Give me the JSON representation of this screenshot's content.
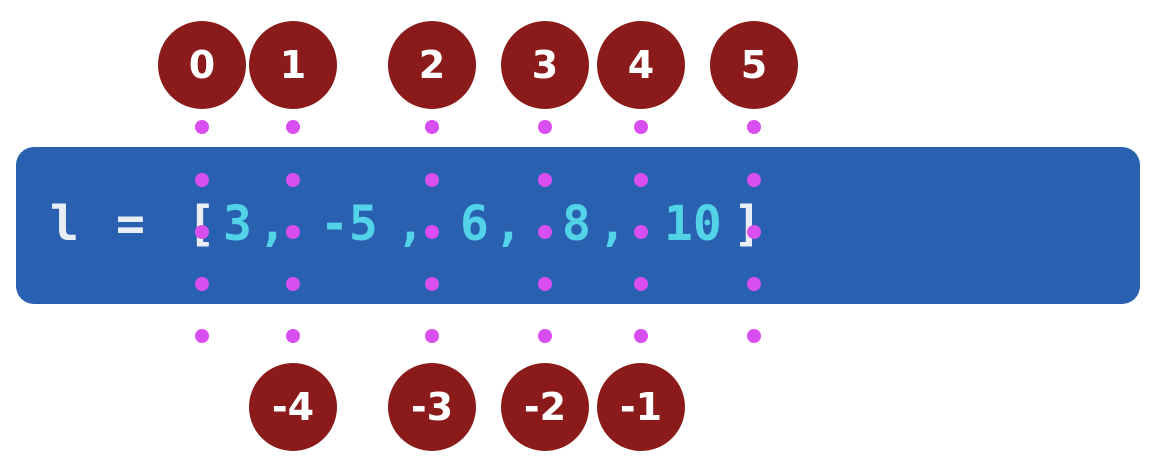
{
  "code_line": {
    "variable": "l",
    "assign": "=",
    "open_bracket": "[",
    "close_bracket": "]",
    "separator": ",",
    "items": [
      "3",
      "-5",
      "6",
      "8",
      "10"
    ]
  },
  "positive_indices": [
    "0",
    "1",
    "2",
    "3",
    "4",
    "5"
  ],
  "negative_indices": [
    "-4",
    "-3",
    "-2",
    "-1"
  ],
  "colors": {
    "code_background": "#2a60b0",
    "code_text": "#e8eef6",
    "list_items": "#52d3e8",
    "badge_fill": "#8b1b1a",
    "badge_text": "#ffffff",
    "boundary_dots": "#d84ef0"
  }
}
